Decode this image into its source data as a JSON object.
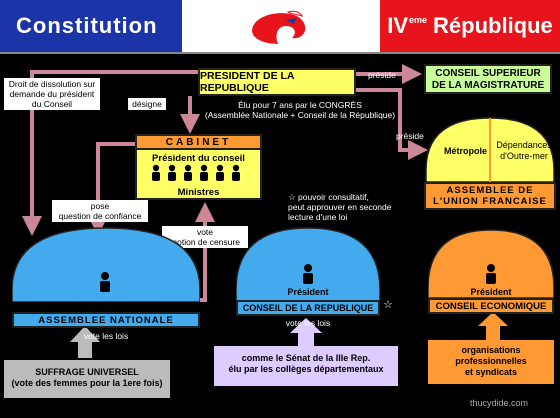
{
  "header": {
    "left_title": "Constitution",
    "right_title_prefix": "IV",
    "right_title_sup": "eme",
    "right_title_suffix": "République"
  },
  "president": {
    "title": "PRESIDENT DE LA REPUBLIQUE",
    "elected_line1": "Élu pour 7 ans par le CONGRÈS",
    "elected_line2": "(Assemblée Nationale + Conseil de la République)",
    "designe": "désigne",
    "preside1": "préside",
    "preside2": "préside"
  },
  "dissolution": {
    "line1": "Droit de dissolution sur",
    "line2": "demande du président",
    "line3": "du Conseil"
  },
  "csm": {
    "line1": "CONSEIL SUPERIEUR",
    "line2": "DE LA MAGISTRATURE"
  },
  "union": {
    "left": "Métropole",
    "right_line1": "Dépendances",
    "right_line2": "d'Outre-mer",
    "title1": "ASSEMBLEE DE",
    "title2": "L'UNION FRANCAISE"
  },
  "cabinet": {
    "title": "CABINET",
    "president": "Président du conseil",
    "ministres": "Ministres"
  },
  "confiance": {
    "line1": "pose",
    "line2": "question de confiance"
  },
  "censure": {
    "line1": "vote",
    "line2": "motion de censure"
  },
  "consultatif": {
    "line1": "pouvoir consultatif,",
    "line2": "peut approuver en seconde",
    "line3": "lecture d'une loi"
  },
  "assemblee": {
    "president": "Président",
    "title": "ASSEMBLEE NATIONALE",
    "vote": "vote les lois"
  },
  "conseil_rep": {
    "president": "Président",
    "title": "CONSEIL DE LA REPUBLIQUE",
    "vote": "vote les lois"
  },
  "conseil_eco": {
    "president": "Président",
    "title": "CONSEIL ECONOMIQUE"
  },
  "suffrage": {
    "line1": "SUFFRAGE UNIVERSEL",
    "line2": "(vote des femmes pour la 1ere fois)"
  },
  "senat": {
    "line1": "comme le Sénat de la IIIe Rep.",
    "line2": "élu par les collèges départementaux"
  },
  "organisations": {
    "line1": "organisations",
    "line2": "professionnelles",
    "line3": "et syndicats"
  },
  "watermark": "thucydide.com",
  "colors": {
    "blue_header": "#1b35a8",
    "red_header": "#e8141b",
    "yellow": "#ffff66",
    "orange": "#ff9933",
    "green": "#c8ff9c",
    "blue_dome": "#44aaee",
    "lilac": "#ddccff",
    "arrow": "#cc8899"
  }
}
